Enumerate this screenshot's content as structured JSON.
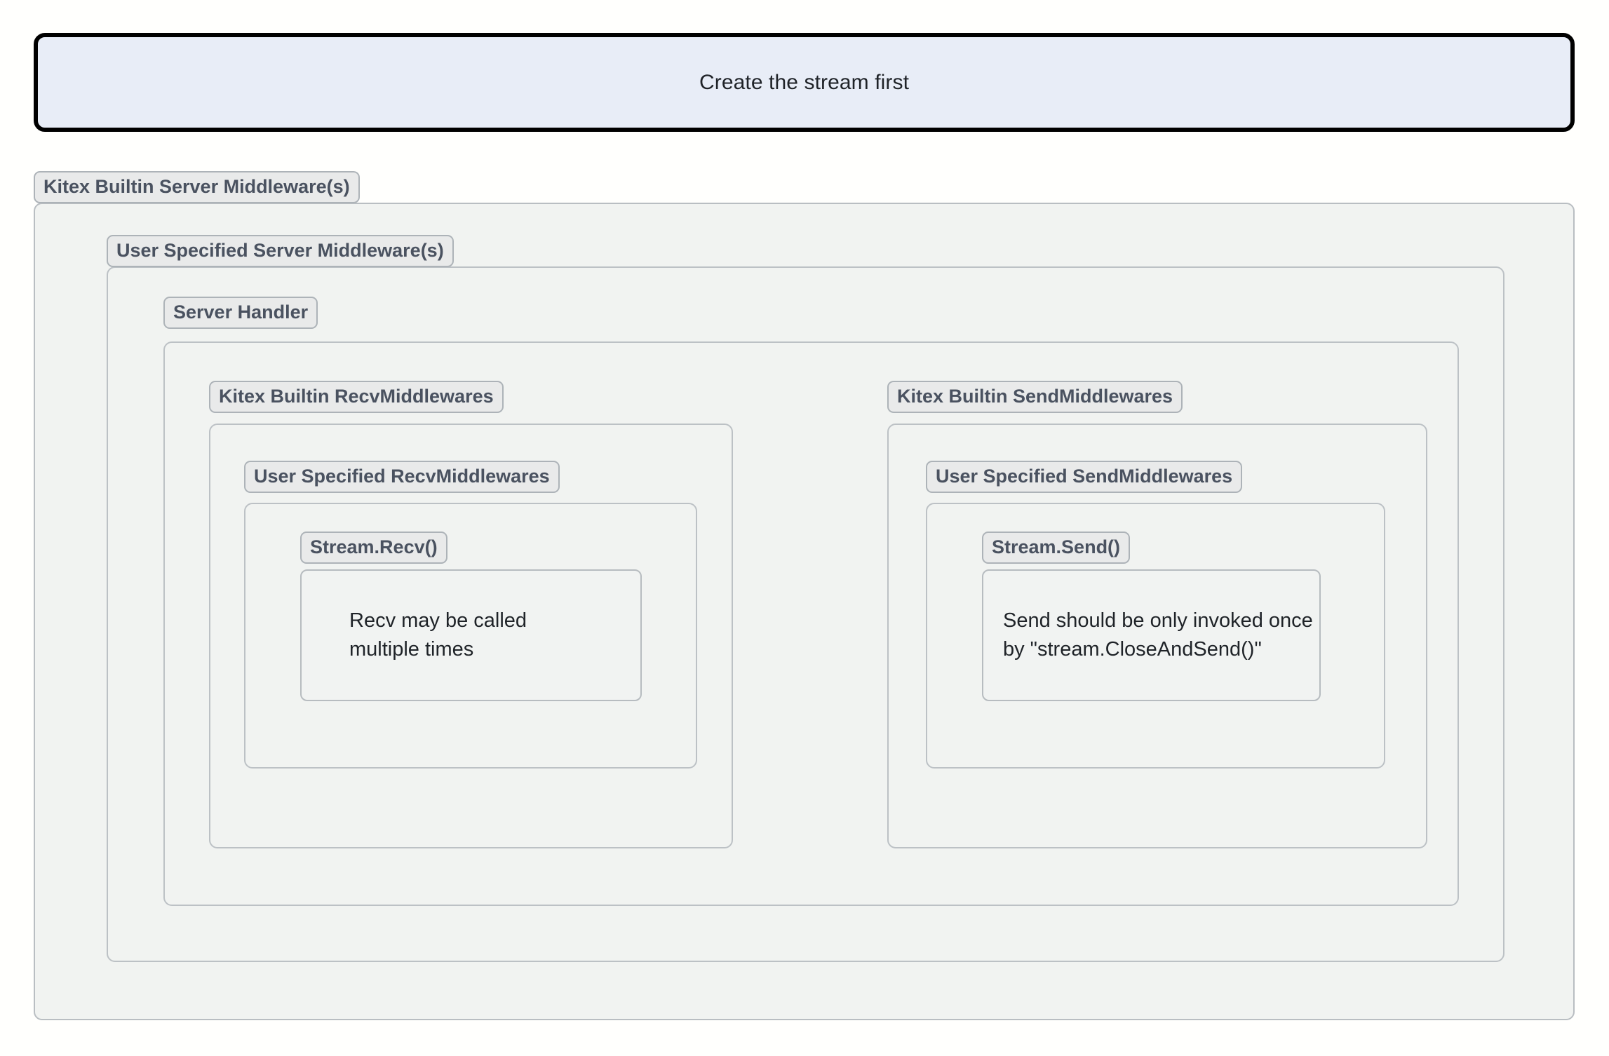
{
  "banner": {
    "text": "Create the stream first",
    "background_color": "#e8edf7",
    "border_color": "#000000"
  },
  "groups": {
    "kitex_builtin_server_mw": {
      "label": "Kitex Builtin Server Middleware(s)"
    },
    "user_specified_server_mw": {
      "label": "User Specified Server Middleware(s)"
    },
    "server_handler": {
      "label": "Server Handler"
    },
    "kitex_builtin_recv_mw": {
      "label": "Kitex Builtin RecvMiddlewares"
    },
    "user_specified_recv_mw": {
      "label": "User Specified RecvMiddlewares"
    },
    "stream_recv": {
      "label": "Stream.Recv()"
    },
    "kitex_builtin_send_mw": {
      "label": "Kitex Builtin SendMiddlewares"
    },
    "user_specified_send_mw": {
      "label": "User Specified SendMiddlewares"
    },
    "stream_send": {
      "label": "Stream.Send()"
    }
  },
  "notes": {
    "recv_note": {
      "text": "Recv may be called\nmultiple times"
    },
    "send_note": {
      "text": "Send should be only invoked once\nby \"stream.CloseAndSend()\""
    }
  },
  "colors": {
    "chip_background": "#e9eaea",
    "chip_border": "#adb3b8",
    "chip_text": "#4a5260",
    "group_background": "#f1f3f1",
    "group_border": "#bcc1c5",
    "page_background": "#fffffd",
    "body_text": "#1f2328"
  }
}
